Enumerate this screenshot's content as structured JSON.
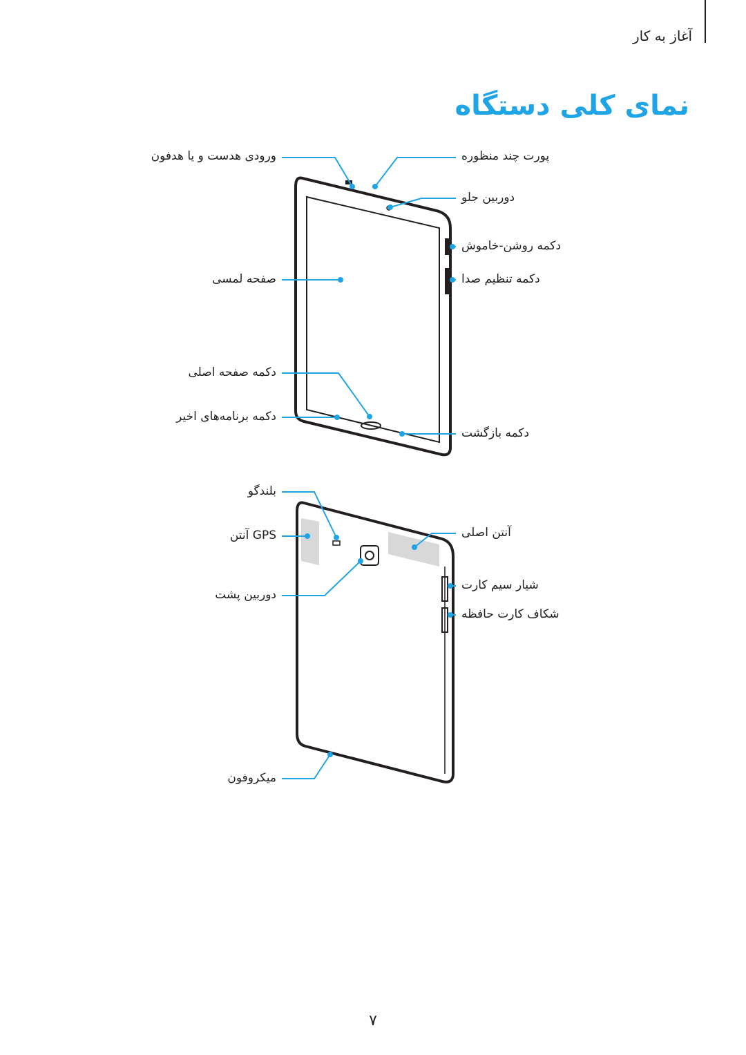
{
  "header": {
    "section": "آغاز به کار"
  },
  "title": "نمای کلی دستگاه",
  "front_labels": {
    "earphone_jack": "ورودی هدست و یا هدفون",
    "light_sensor": "پورت چند منظوره",
    "front_camera": "دوربین جلو",
    "power_key": "دکمه روشن-خاموش",
    "volume_key": "دکمه تنظیم صدا",
    "touch_screen": "صفحه لمسی",
    "home_key": "دکمه صفحه اصلی",
    "recent_apps_key": "دکمه برنامه‌های اخیر",
    "back_key": "دکمه بازگشت"
  },
  "back_labels": {
    "speaker": "بلندگو",
    "gps_antenna": "آنتن GPS",
    "rear_camera": "دوربین پشت",
    "main_antenna": "آنتن اصلی",
    "sim_tray": "شیار سیم کارت",
    "memory_tray": "شکاف کارت حافظه",
    "microphone": "میکروفون"
  },
  "accent_color": "#1fa4e6",
  "page_number": "۷"
}
